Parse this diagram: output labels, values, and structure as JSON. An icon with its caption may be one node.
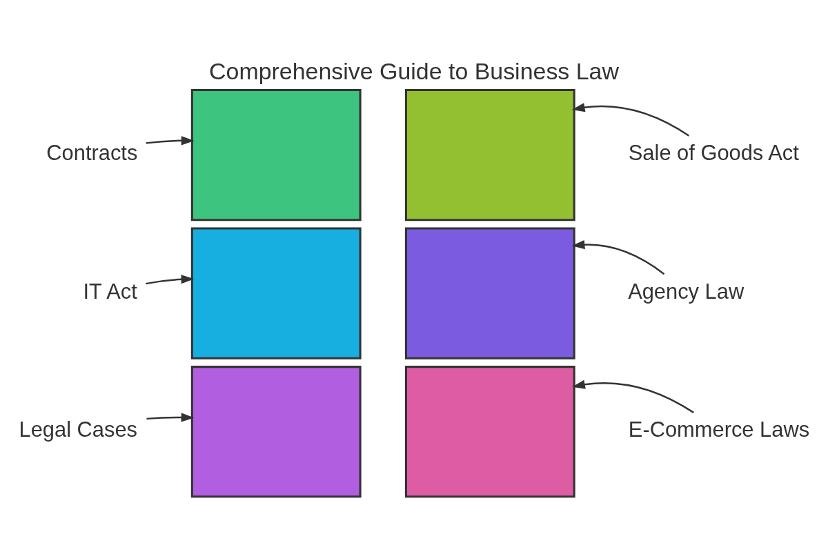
{
  "diagram": {
    "title": "Comprehensive Guide to Business Law",
    "nodes": [
      {
        "text": [
          "Contracts"
        ]
      },
      {
        "text": [
          "Sale of Goods Act"
        ]
      },
      {
        "text": [
          "IT Act"
        ]
      },
      {
        "text": [
          "Agency Law"
        ]
      },
      {
        "text": [
          "Legal Cases"
        ]
      },
      {
        "text": [
          "E-Commerce Laws"
        ]
      },
      {
        "text": [],
        "shape": "box"
      },
      {
        "text": [],
        "shape": "box"
      },
      {
        "text": [],
        "shape": "box"
      },
      {
        "text": [],
        "shape": "box"
      },
      {
        "text": [],
        "shape": "box"
      },
      {
        "text": [],
        "shape": "box"
      }
    ],
    "edges": [
      {
        "from": 0,
        "to": 6,
        "arrow": "to"
      },
      {
        "from": 1,
        "to": 7,
        "arrow": "to"
      },
      {
        "from": 2,
        "to": 8,
        "arrow": "to"
      },
      {
        "from": 3,
        "to": 9,
        "arrow": "to"
      },
      {
        "from": 4,
        "to": 10,
        "arrow": "to"
      },
      {
        "from": 5,
        "to": 11,
        "arrow": "to"
      }
    ]
  }
}
